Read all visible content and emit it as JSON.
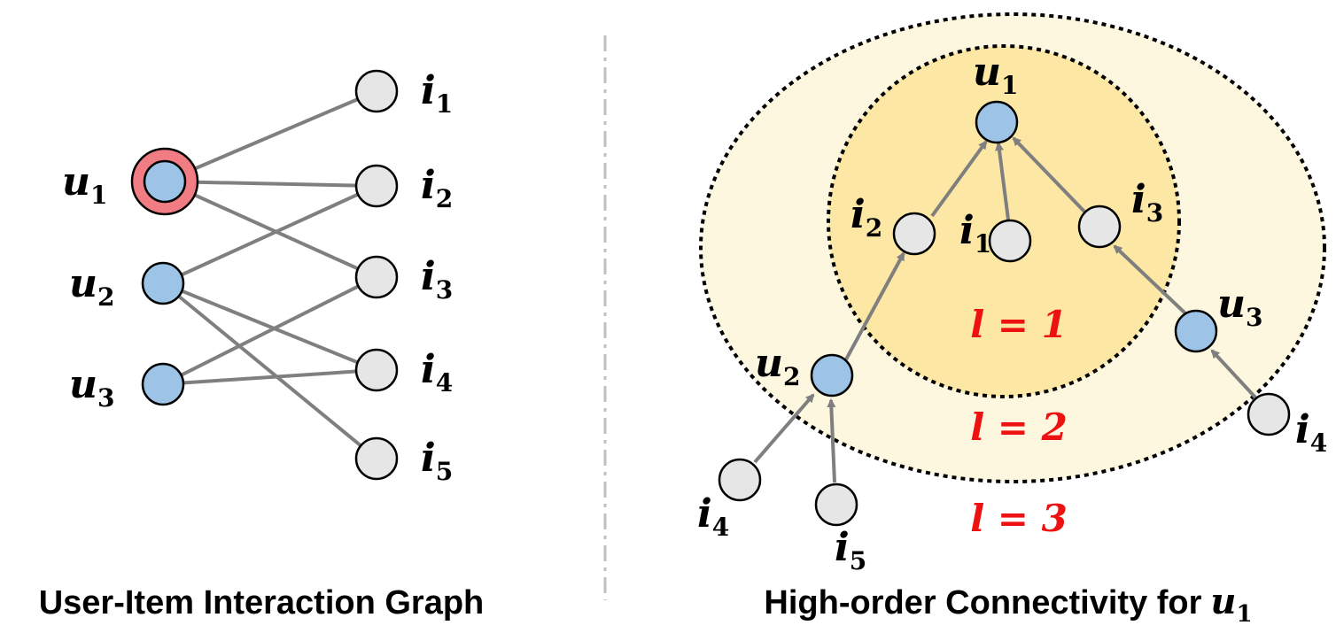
{
  "colors": {
    "user_node": "#9dc3e6",
    "item_node": "#e7e6e6",
    "highlight_ring": "#f27c84",
    "edge": "#7f7f7f",
    "layer_label": "#ee1111",
    "inner_fill": "#fde7a4",
    "outer_fill": "#fef7df"
  },
  "left_graph": {
    "caption": "User-Item Interaction Graph",
    "users": [
      {
        "var": "u",
        "sub": "1"
      },
      {
        "var": "u",
        "sub": "2"
      },
      {
        "var": "u",
        "sub": "3"
      }
    ],
    "items": [
      {
        "var": "i",
        "sub": "1"
      },
      {
        "var": "i",
        "sub": "2"
      },
      {
        "var": "i",
        "sub": "3"
      },
      {
        "var": "i",
        "sub": "4"
      },
      {
        "var": "i",
        "sub": "5"
      }
    ],
    "edges": [
      [
        "u1",
        "i1"
      ],
      [
        "u1",
        "i2"
      ],
      [
        "u1",
        "i3"
      ],
      [
        "u2",
        "i2"
      ],
      [
        "u2",
        "i4"
      ],
      [
        "u2",
        "i5"
      ],
      [
        "u3",
        "i3"
      ],
      [
        "u3",
        "i4"
      ]
    ]
  },
  "right_graph": {
    "caption": "High-order Connectivity for",
    "caption_var": "u",
    "caption_sub": "1",
    "root": {
      "var": "u",
      "sub": "1"
    },
    "layer1": [
      {
        "var": "i",
        "sub": "2"
      },
      {
        "var": "i",
        "sub": "1"
      },
      {
        "var": "i",
        "sub": "3"
      }
    ],
    "layer2": [
      {
        "var": "u",
        "sub": "2"
      },
      {
        "var": "u",
        "sub": "3"
      }
    ],
    "layer3": [
      {
        "var": "i",
        "sub": "4"
      },
      {
        "var": "i",
        "sub": "5"
      },
      {
        "var": "i",
        "sub": "4"
      }
    ],
    "layer_labels": [
      "l = 1",
      "l = 2",
      "l = 3"
    ]
  }
}
